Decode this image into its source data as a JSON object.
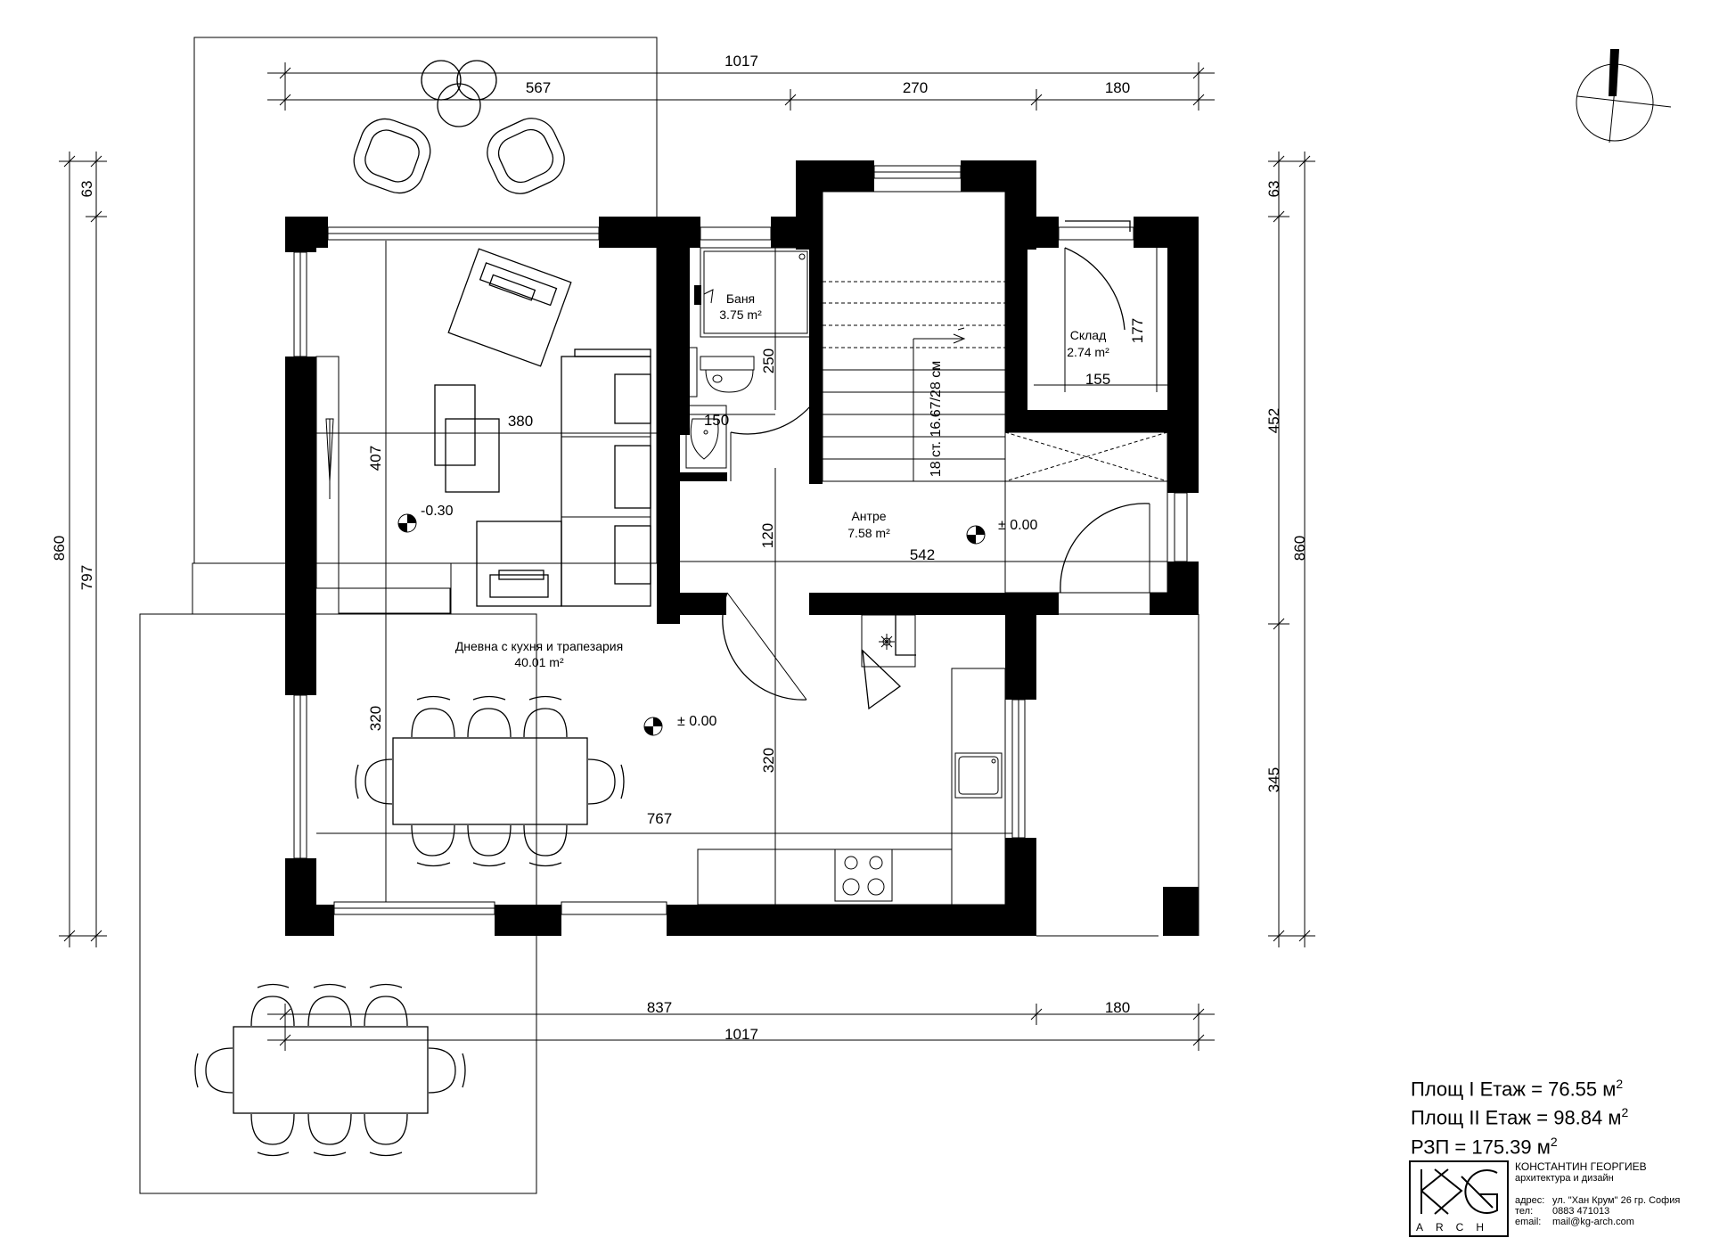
{
  "dimensions": {
    "top_total": "1017",
    "top_a": "567",
    "top_b": "270",
    "top_c": "180",
    "bottom_total": "1017",
    "bottom_a": "837",
    "bottom_b": "180",
    "left_a": "63",
    "left_b": "860",
    "left_c": "797",
    "right_a": "63",
    "right_b": "452",
    "right_c": "860",
    "right_d": "345",
    "office_w": "380",
    "office_h": "407",
    "bath_h": "250",
    "bath_w": "150",
    "storage_w": "155",
    "storage_h": "177",
    "hall_h": "120",
    "hall_w": "542",
    "living_h": "320",
    "living_h2": "320",
    "living_w": "767"
  },
  "rooms": {
    "bath_name": "Баня",
    "bath_area": "3.75 m²",
    "storage_name": "Склад",
    "storage_area": "2.74 m²",
    "hall_name": "Антре",
    "hall_area": "7.58 m²",
    "living_name": "Дневна с кухня и трапезария",
    "living_area": "40.01 m²",
    "stairs": "18 ст. 16.67/28 см"
  },
  "levels": {
    "office": "-0.30",
    "hall": "± 0.00",
    "living": "± 0.00"
  },
  "areas": {
    "floor1_label": "Площ I Етаж = 76.55 м",
    "floor2_label": "Площ II Етаж = 98.84 м",
    "total_label": "РЗП = 175.39 м",
    "sup": "2"
  },
  "company": {
    "name": "КОНСТАНТИН ГЕОРГИЕВ",
    "tagline": "архитектура и дизайн",
    "address_label": "адрес:",
    "address": "ул. \"Хан Крум\" 26 гр. София",
    "phone_label": "тел:",
    "phone": "0883 471013",
    "email_label": "email:",
    "email": "mail@kg-arch.com",
    "logo_text": "ARCH"
  }
}
